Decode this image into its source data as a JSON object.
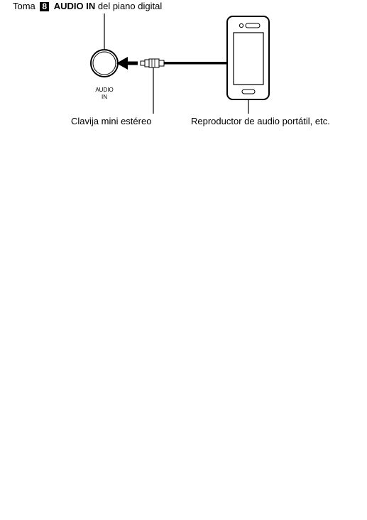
{
  "header": {
    "prefix": "Toma",
    "number": "8",
    "jack_name": "AUDIO IN",
    "suffix": "del piano digital"
  },
  "jack": {
    "label_line1": "AUDIO",
    "label_line2": "IN"
  },
  "captions": {
    "plug": "Clavija mini estéreo",
    "player": "Reproductor de audio portátil, etc."
  }
}
